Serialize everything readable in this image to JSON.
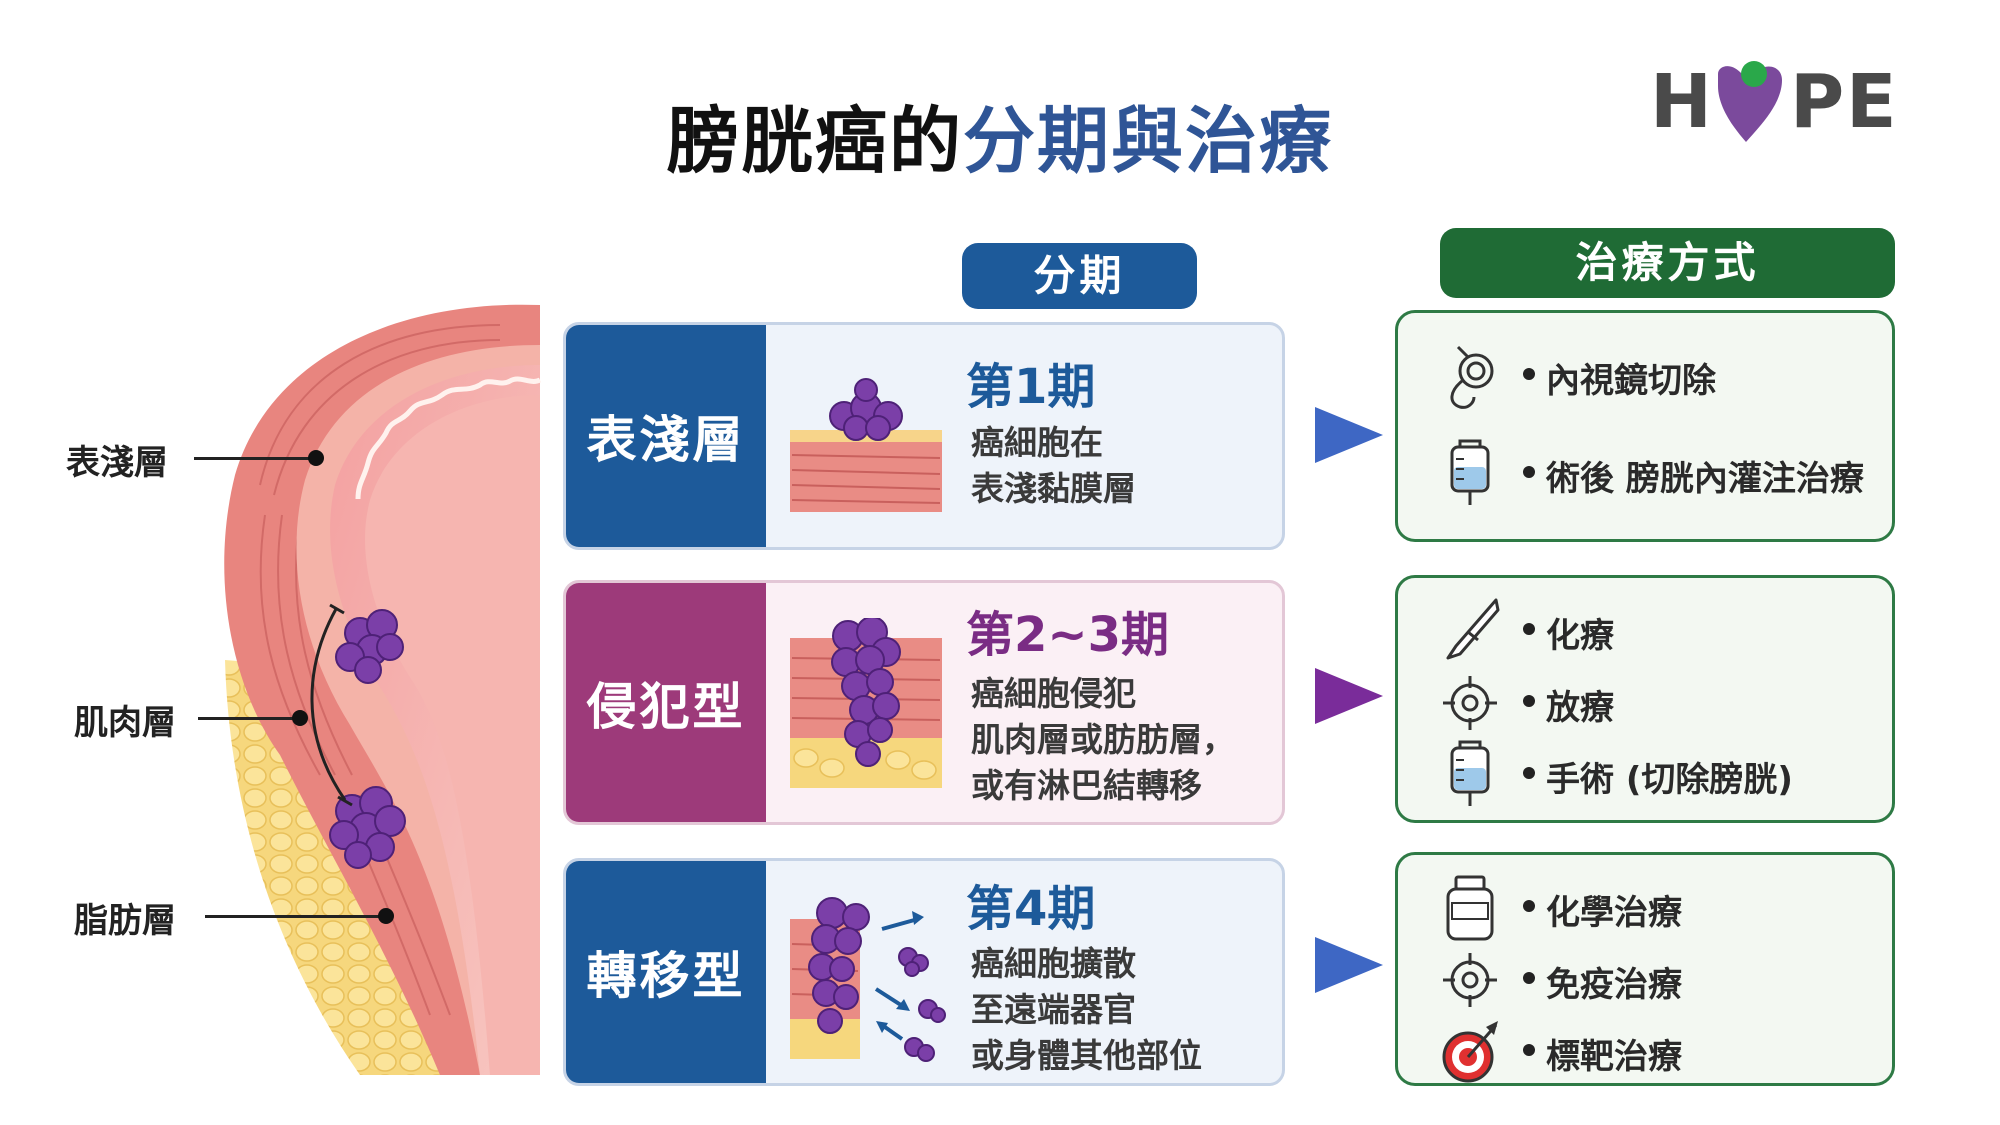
{
  "title": {
    "part1": "膀胱癌的",
    "part2": "分期與治療"
  },
  "logo": {
    "letters": [
      "H",
      "P",
      "E"
    ]
  },
  "anatomy": {
    "layers": [
      {
        "label": "表淺層"
      },
      {
        "label": "肌肉層"
      },
      {
        "label": "脂肪層"
      }
    ]
  },
  "headers": {
    "stage": "分期",
    "treatment": "治療方式"
  },
  "stages": [
    {
      "tag": "表淺層",
      "name": "第1期",
      "desc": [
        "癌細胞在",
        "表淺黏膜層"
      ]
    },
    {
      "tag": "侵犯型",
      "name": "第2~3期",
      "desc": [
        "癌細胞侵犯",
        "肌肉層或肪肪層，",
        "或有淋巴結轉移"
      ]
    },
    {
      "tag": "轉移型",
      "name": "第4期",
      "desc": [
        "癌細胞擴散",
        "至遠端器官",
        "或身體其他部位"
      ]
    }
  ],
  "treatments": [
    {
      "items": [
        {
          "icon": "endoscope-icon",
          "label": "內視鏡切除"
        },
        {
          "icon": "iv-bag-icon",
          "label": "術後 膀胱內灌注治療"
        }
      ]
    },
    {
      "items": [
        {
          "icon": "scalpel-icon",
          "label": "化療"
        },
        {
          "icon": "crosshair-icon",
          "label": "放療"
        },
        {
          "icon": "iv-bag-icon",
          "label": "手術 (切除膀胱)"
        }
      ]
    },
    {
      "items": [
        {
          "icon": "medicine-bottle-icon",
          "label": "化學治療"
        },
        {
          "icon": "crosshair-icon",
          "label": "免疫治療"
        },
        {
          "icon": "target-icon",
          "label": "標靶治療"
        }
      ]
    }
  ],
  "colors": {
    "title_blue": "#2f5596",
    "stage_blue": "#1d5a9a",
    "stage_purple": "#9d3a7a",
    "treatment_green": "#1f6b35",
    "logo_purple": "#7b4a9c",
    "logo_green": "#2aa84a",
    "arrow_blue": "#3e67c4",
    "arrow_purple": "#7a2c9a",
    "tumor_purple": "#7b3fa8"
  }
}
